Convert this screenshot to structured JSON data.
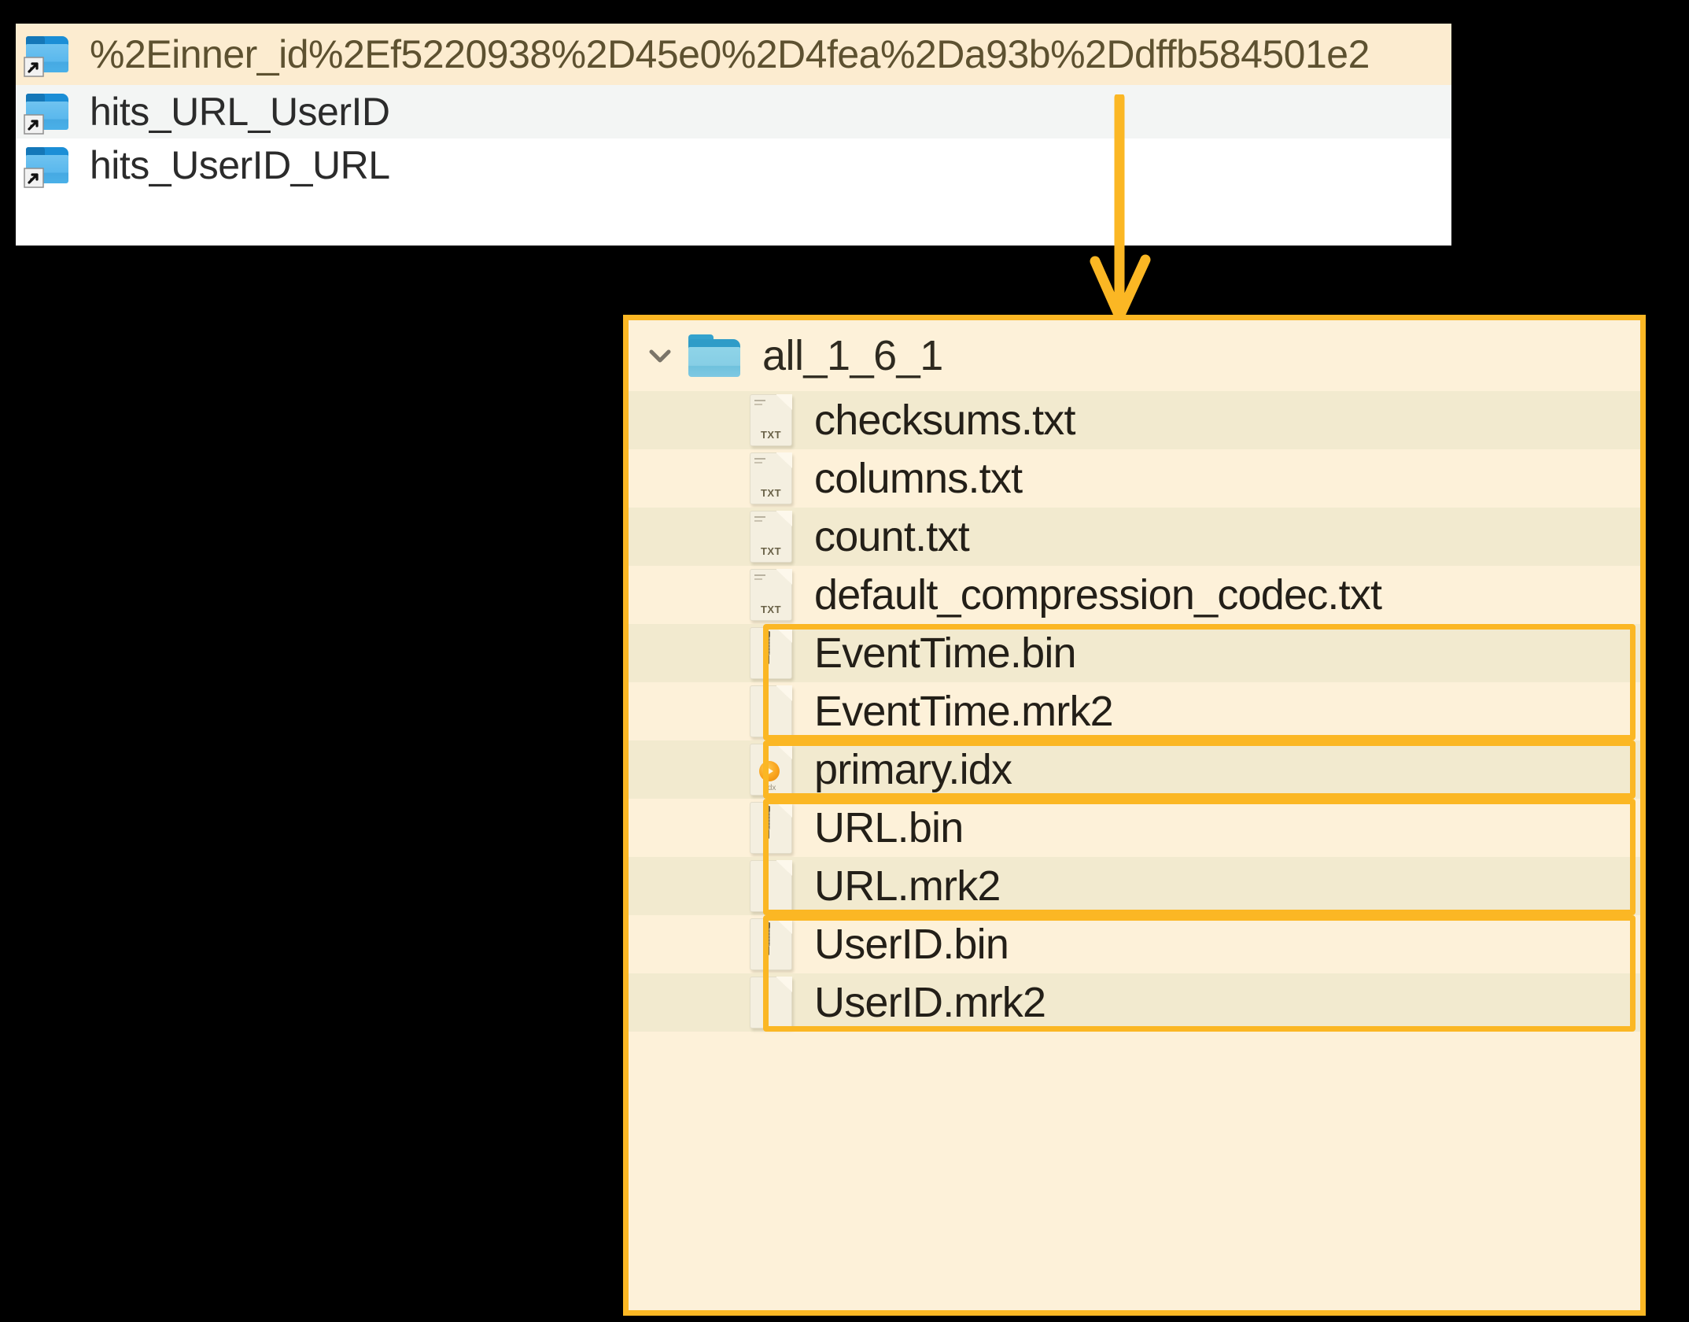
{
  "top_panel": {
    "name": "directory-shortcut-list",
    "rows": [
      {
        "icon": "blue-folder-shortcut-icon",
        "label": "%2Einner_id%2Ef5220938%2D45e0%2D4fea%2Da93b%2Ddffb584501e2",
        "state": "highlighted"
      },
      {
        "icon": "blue-folder-shortcut-icon",
        "label": "hits_URL_UserID",
        "state": "normal"
      },
      {
        "icon": "blue-folder-shortcut-icon",
        "label": "hits_UserID_URL",
        "state": "normal"
      }
    ]
  },
  "callout": {
    "name": "callout-arrow",
    "direction": "down",
    "color": "#fbb724"
  },
  "main_panel": {
    "name": "part-directory-tree",
    "accent_color": "#fbb724",
    "background_color": "#fdf1d9",
    "alt_row_color": "#f2eacf",
    "root": {
      "chevron": "chevron-down-icon",
      "icon": "folder-icon",
      "label": "all_1_6_1",
      "expanded": true
    },
    "files": [
      {
        "icon": "txt-file-icon",
        "label": "checksums.txt",
        "alt": true,
        "highlighted": false
      },
      {
        "icon": "txt-file-icon",
        "label": "columns.txt",
        "alt": false,
        "highlighted": false
      },
      {
        "icon": "txt-file-icon",
        "label": "count.txt",
        "alt": true,
        "highlighted": false
      },
      {
        "icon": "txt-file-icon",
        "label": "default_compression_codec.txt",
        "alt": false,
        "highlighted": false
      },
      {
        "icon": "bin-file-icon",
        "label": "EventTime.bin",
        "alt": true,
        "highlighted": true
      },
      {
        "icon": "blank-file-icon",
        "label": "EventTime.mrk2",
        "alt": false,
        "highlighted": true
      },
      {
        "icon": "idx-file-icon",
        "label": "primary.idx",
        "alt": true,
        "highlighted": true
      },
      {
        "icon": "bin-file-icon",
        "label": "URL.bin",
        "alt": false,
        "highlighted": true
      },
      {
        "icon": "blank-file-icon",
        "label": "URL.mrk2",
        "alt": true,
        "highlighted": true
      },
      {
        "icon": "bin-file-icon",
        "label": "UserID.bin",
        "alt": false,
        "highlighted": true
      },
      {
        "icon": "blank-file-icon",
        "label": "UserID.mrk2",
        "alt": true,
        "highlighted": true
      }
    ],
    "highlight_groups": [
      {
        "name": "eventtime-highlight-box",
        "items": [
          "EventTime.bin",
          "EventTime.mrk2"
        ]
      },
      {
        "name": "primary-idx-highlight-box",
        "items": [
          "primary.idx"
        ]
      },
      {
        "name": "url-highlight-box",
        "items": [
          "URL.bin",
          "URL.mrk2"
        ]
      },
      {
        "name": "userid-highlight-box",
        "items": [
          "UserID.bin",
          "UserID.mrk2"
        ]
      }
    ]
  }
}
